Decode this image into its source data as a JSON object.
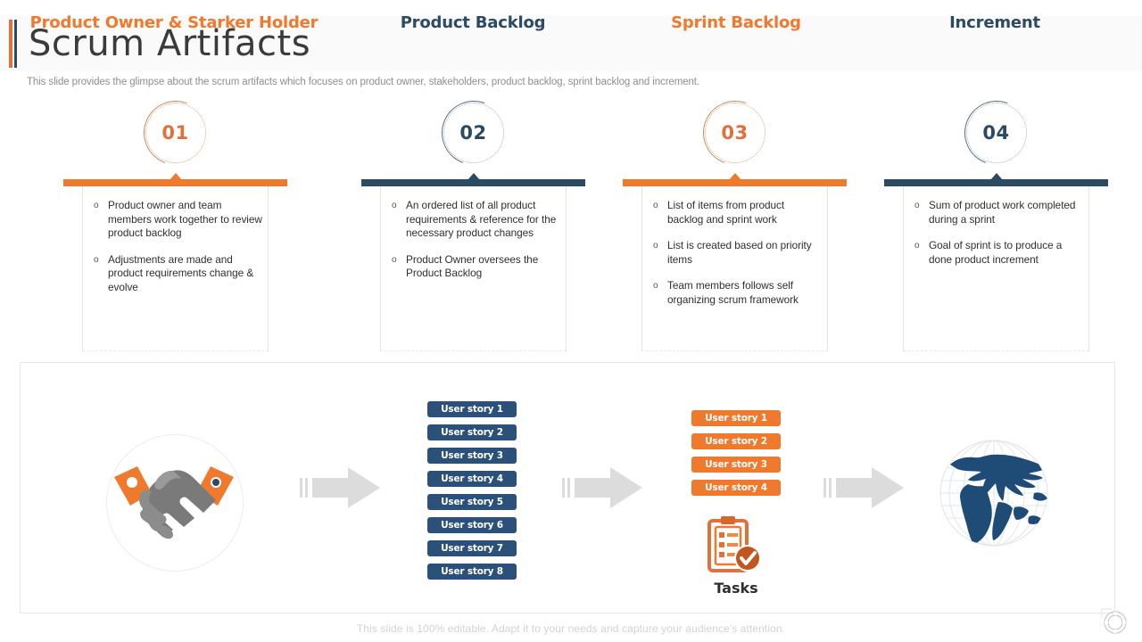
{
  "header": {
    "title": "Scrum Artifacts",
    "subtitle": "This slide provides the glimpse about the scrum artifacts which focuses on product owner, stakeholders, product backlog, sprint backlog and increment.",
    "accent_orange": "#e2703a",
    "accent_blue": "#2b4a63"
  },
  "cards": [
    {
      "number": "01",
      "color": "#ef7a2e",
      "bullets": [
        "Product owner and team members work together to review product backlog",
        "Adjustments are made and product requirements change & evolve"
      ]
    },
    {
      "number": "02",
      "color": "#2b4a63",
      "bullets": [
        "An ordered list of all product requirements & reference for the necessary product changes",
        "Product Owner oversees the Product Backlog"
      ]
    },
    {
      "number": "03",
      "color": "#ef7a2e",
      "bullets": [
        "List of items from product backlog and sprint work",
        "List is created based on priority items",
        "Team members follows self organizing scrum framework"
      ]
    },
    {
      "number": "04",
      "color": "#2b4a63",
      "bullets": [
        "Sum of product work completed during a sprint",
        "Goal of sprint is to produce a done product increment"
      ]
    }
  ],
  "flow": {
    "columns": [
      {
        "title": "Product Owner & Starker Holder",
        "color": "#ef7a2e",
        "icon": "handshake-icon"
      },
      {
        "title": "Product Backlog",
        "color": "#2b4a63",
        "icon": "user-story-list"
      },
      {
        "title": "Sprint Backlog",
        "color": "#ef7a2e",
        "icon": "user-story-list"
      },
      {
        "title": "Increment",
        "color": "#2b4a63",
        "icon": "globe-icon"
      }
    ],
    "product_backlog_stories": [
      "User story 1",
      "User story 2",
      "User story 3",
      "User story 4",
      "User story 5",
      "User story 6",
      "User story 7",
      "User story 8"
    ],
    "sprint_backlog_stories": [
      "User story 1",
      "User story 2",
      "User story 3",
      "User story 4"
    ],
    "tasks_label": "Tasks",
    "arrow_icon": "arrow-right-icon"
  },
  "footer": {
    "note": "This slide is 100% editable. Adapt it to your needs and capture your audience's attention.",
    "logo": "circle-logo-mark"
  }
}
